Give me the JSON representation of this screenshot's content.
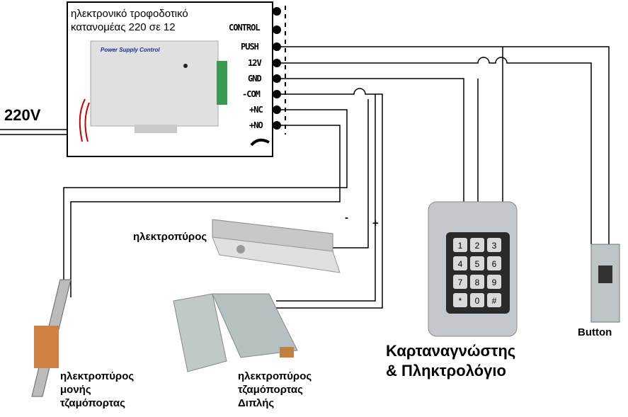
{
  "psu": {
    "title_line1": "ηλεκτρονικό τροφοδοτικό",
    "title_line2": "κατανομέας 220 σε 12",
    "device_label": "Power Supply Control",
    "terminals": [
      "CONTROL",
      "PUSH",
      "12V",
      "GND",
      "-COM",
      "+NC",
      "+NO"
    ]
  },
  "input_voltage": "220V",
  "components": {
    "bolt": "ηλεκτροπύρος",
    "single_strike": [
      "ηλεκτροπύρος",
      "μονής",
      "τζαμόπορτας"
    ],
    "double_lock": [
      "ηλεκτροπύρος",
      "τζαμόπορτας",
      "Διπλής"
    ],
    "keypad": [
      "Καρταναγνώστης",
      "& Πληκτρολόγιο"
    ],
    "keypad_keys": [
      "1",
      "2",
      "3",
      "4",
      "5",
      "6",
      "7",
      "8",
      "9",
      "*",
      "0",
      "#"
    ],
    "button": "Button"
  },
  "polarity": {
    "minus": "-",
    "plus": "+"
  }
}
